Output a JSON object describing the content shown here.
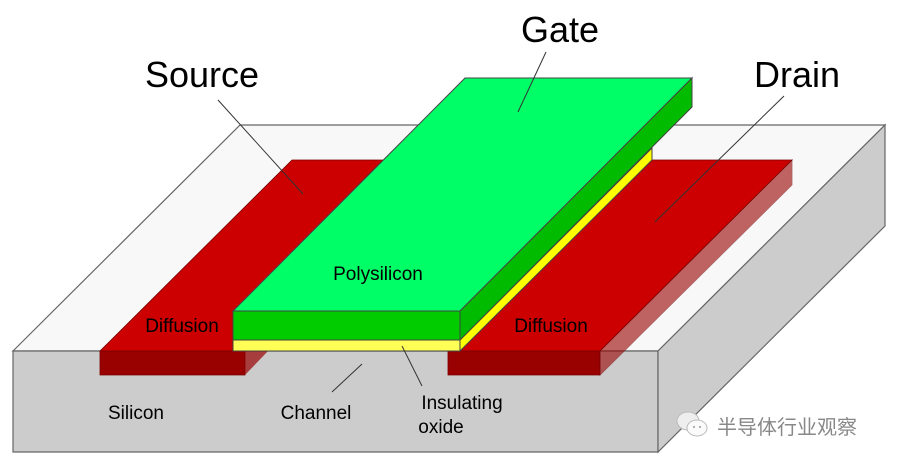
{
  "labels": {
    "source": "Source",
    "gate": "Gate",
    "drain": "Drain",
    "polysilicon": "Polysilicon",
    "diffusion_left": "Diffusion",
    "diffusion_right": "Diffusion",
    "silicon": "Silicon",
    "channel": "Channel",
    "insulating_oxide_line1": "Insulating",
    "insulating_oxide_line2": "oxide"
  },
  "watermark": {
    "icon": "wechat-icon",
    "text": "半导体行业观察"
  },
  "colors": {
    "gate_top": "#00ff66",
    "gate_side": "#00cc00",
    "oxide": "#ffff55",
    "diffusion": "#cc0000",
    "diffusion_side": "#990000",
    "silicon_top": "#f8f8f8",
    "silicon_side": "#cccccc"
  }
}
